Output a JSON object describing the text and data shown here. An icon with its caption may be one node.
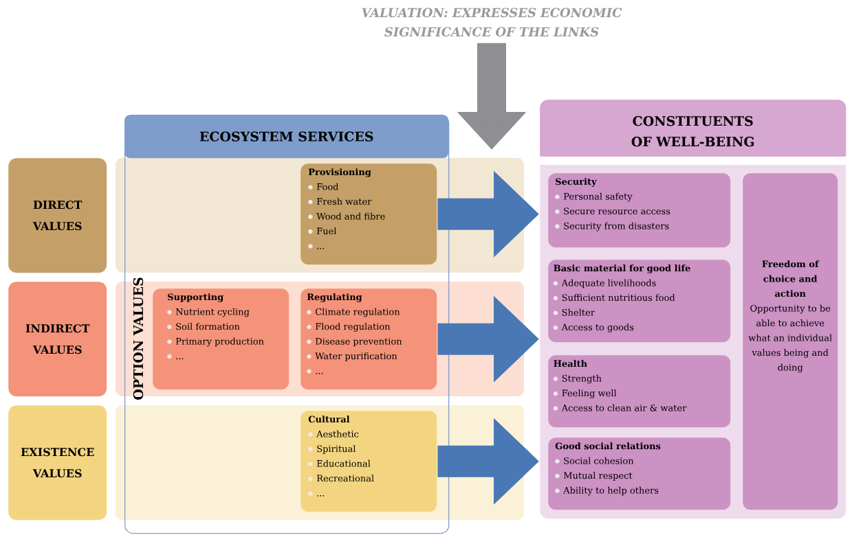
{
  "diagram": {
    "nodes": [
      {
        "text": [
          "VALUATION: EXPRESSES ECONOMIC SIGNIFICANCE OF THE LINKS"
        ]
      },
      {
        "text": [
          "ECOSYSTEM SERVICES",
          "OPTION VALUES"
        ]
      },
      {
        "text": [
          "DIRECT VALUES"
        ]
      },
      {
        "text": [
          "Provisioning",
          "Food",
          "Fresh water",
          "Wood and fibre",
          "Fuel",
          "..."
        ],
        "in": 1
      },
      {
        "text": [
          "INDIRECT VALUES"
        ]
      },
      {
        "text": [
          "Supporting",
          "Nutrient cycling",
          "Soil formation",
          "Primary production",
          "..."
        ],
        "in": 1
      },
      {
        "text": [
          "Regulating",
          "Climate regulation",
          "Flood regulation",
          "Disease prevention",
          "Water purification",
          "..."
        ],
        "in": 1
      },
      {
        "text": [
          "EXISTENCE VALUES"
        ]
      },
      {
        "text": [
          "Cultural",
          "Aesthetic",
          "Spiritual",
          "Educational",
          "Recreational",
          "..."
        ],
        "in": 1
      },
      {
        "text": [
          "CONSTITUENTS OF WELL-BEING"
        ]
      },
      {
        "text": [
          "Security",
          "Personal safety",
          "Secure resource access",
          "Security from disasters"
        ],
        "in": 9
      },
      {
        "text": [
          "Basic material for good life",
          "Adequate livelihoods",
          "Sufficient nutritious food",
          "Shelter",
          "Access to goods"
        ],
        "in": 9
      },
      {
        "text": [
          "Health",
          "Strength",
          "Feeling well",
          "Access to clean air & water"
        ],
        "in": 9
      },
      {
        "text": [
          "Good social relations",
          "Social cohesion",
          "Mutual respect",
          "Ability to help others"
        ],
        "in": 9
      },
      {
        "text": [
          "Freedom of choice and action",
          "Opportunity to be able to achieve what an individual values being and doing"
        ],
        "in": 9
      }
    ],
    "edges": [
      {
        "from": 0,
        "to": null,
        "arrow": "to",
        "color": "#8e8e93"
      },
      {
        "from": 3,
        "to": 9,
        "arrow": "to"
      },
      {
        "from": 6,
        "to": 9,
        "arrow": "to"
      },
      {
        "from": 8,
        "to": 9,
        "arrow": "to"
      }
    ]
  }
}
